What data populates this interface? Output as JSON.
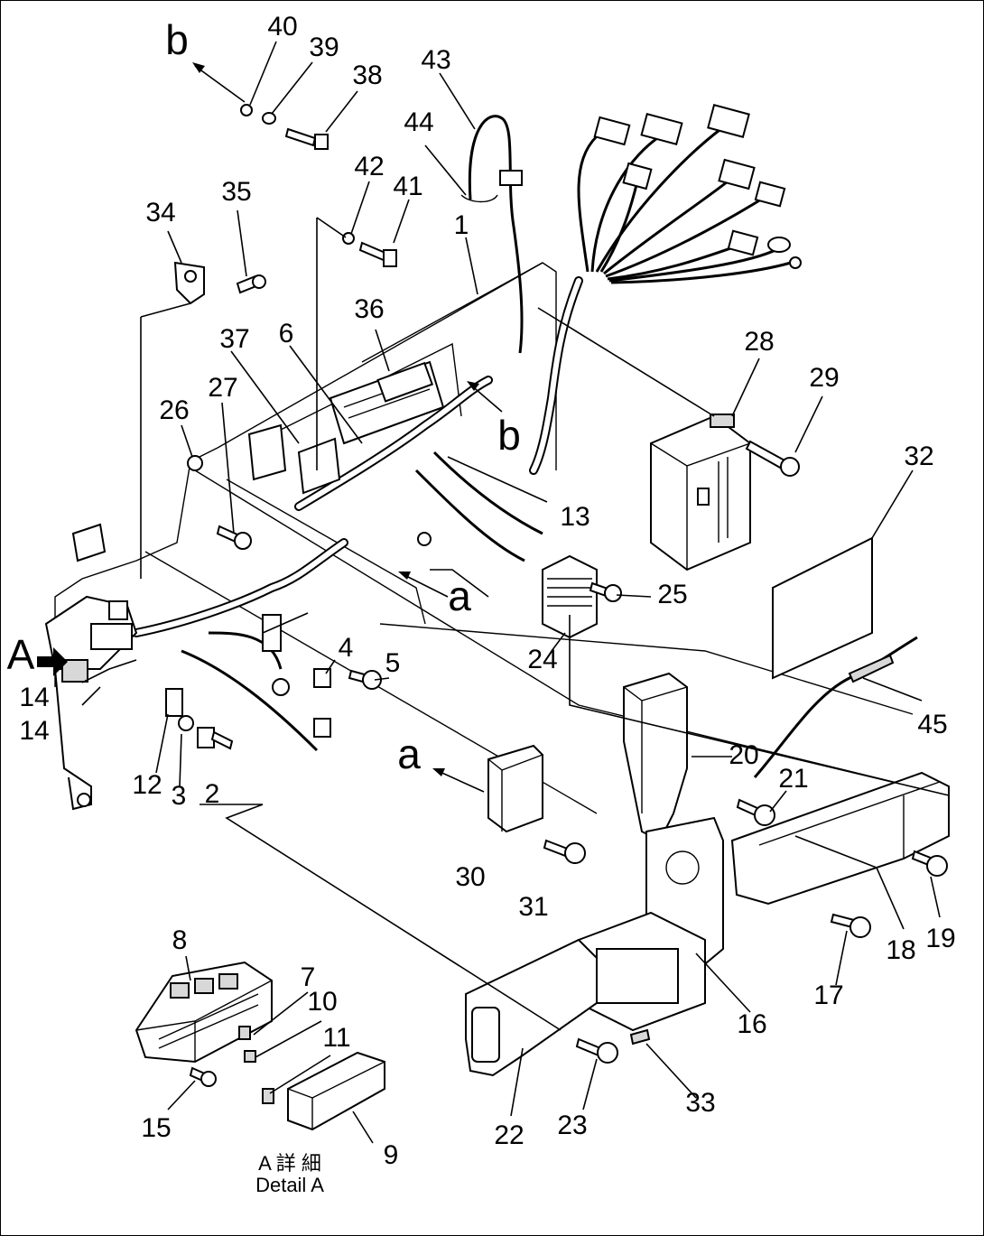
{
  "labels": [
    "1",
    "2",
    "3",
    "4",
    "5",
    "6",
    "7",
    "8",
    "9",
    "10",
    "11",
    "12",
    "13",
    "14",
    "14",
    "15",
    "16",
    "17",
    "18",
    "19",
    "20",
    "21",
    "22",
    "23",
    "24",
    "25",
    "26",
    "27",
    "28",
    "29",
    "30",
    "31",
    "32",
    "33",
    "34",
    "35",
    "36",
    "37",
    "38",
    "39",
    "40",
    "41",
    "42",
    "43",
    "44",
    "45"
  ],
  "view_markers": {
    "b_upper": "b",
    "b_lower": "b",
    "a_upper": "a",
    "a_lower": "a",
    "A_arrow": "A"
  },
  "detail_caption": {
    "japanese": "A 詳 細",
    "english": "Detail A"
  }
}
